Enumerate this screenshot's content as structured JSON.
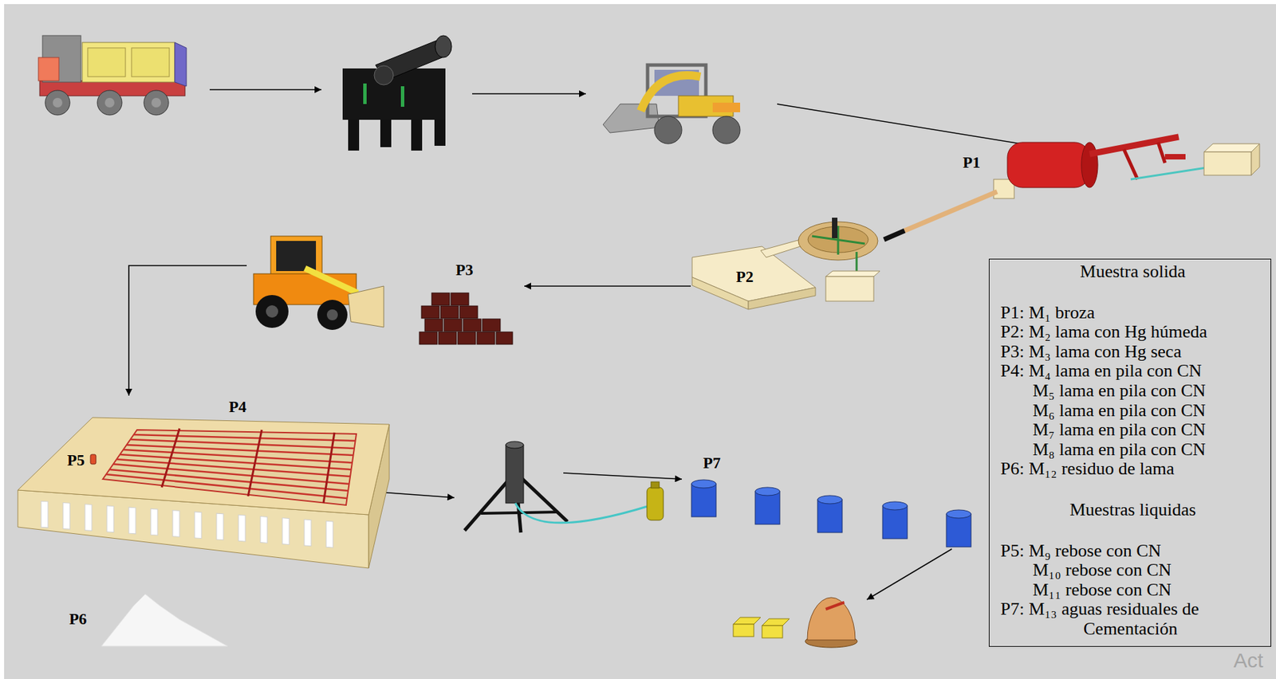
{
  "diagram": {
    "nodes": [
      {
        "text": [
          "P1"
        ]
      },
      {
        "text": [
          "P2"
        ]
      },
      {
        "text": [
          "P3"
        ]
      },
      {
        "text": [
          "P4"
        ]
      },
      {
        "text": [
          "P5"
        ],
        "in": 3
      },
      {
        "text": [
          "P6"
        ]
      },
      {
        "text": [
          "P7"
        ]
      },
      {
        "text": [
          "Muestra solida",
          "P1: M₁ broza",
          "P2: M₂ lama con Hg húmeda",
          "P3: M₃ lama con Hg seca",
          "P4: M₄ lama en pila con CN",
          "M₅ lama en pila con CN",
          "M₆ lama en pila con CN",
          "M₇ lama en pila con CN",
          "M₈ lama en pila con CN",
          "P6: M₁₂ residuo de lama",
          "Muestras liquidas",
          "P5: M₉ rebose con CN",
          "M₁₀ rebose con CN",
          "M₁₁ rebose con CN",
          "P7: M₁₃ aguas residuales de Cementación"
        ]
      }
    ],
    "edges": [
      {
        "from": 1,
        "to": 2,
        "arrow": "to"
      },
      {
        "from": 2,
        "to": 3,
        "arrow": "to"
      }
    ],
    "labels": [
      "Act"
    ]
  }
}
